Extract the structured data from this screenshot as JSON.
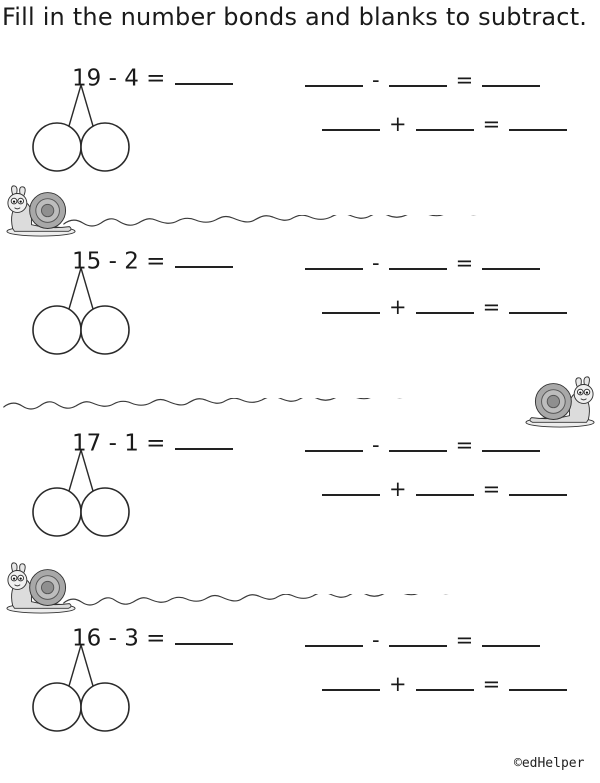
{
  "title": "Fill in the number bonds and blanks to subtract.",
  "problems": [
    {
      "equation": "19 - 4 =",
      "minuend": "19",
      "subtrahend": "4"
    },
    {
      "equation": "15 - 2 =",
      "minuend": "15",
      "subtrahend": "2"
    },
    {
      "equation": "17 - 1 =",
      "minuend": "17",
      "subtrahend": "1"
    },
    {
      "equation": "16 - 3 =",
      "minuend": "16",
      "subtrahend": "3"
    }
  ],
  "fact_rows": {
    "minus": {
      "op": "-",
      "eq": "="
    },
    "plus": {
      "op": "+",
      "eq": "="
    }
  },
  "icons": {
    "snail": "snail-icon"
  },
  "footer": {
    "credit": "©edHelper"
  },
  "colors": {
    "ink": "#1a1a1a",
    "shell": "#a8a8a8"
  }
}
